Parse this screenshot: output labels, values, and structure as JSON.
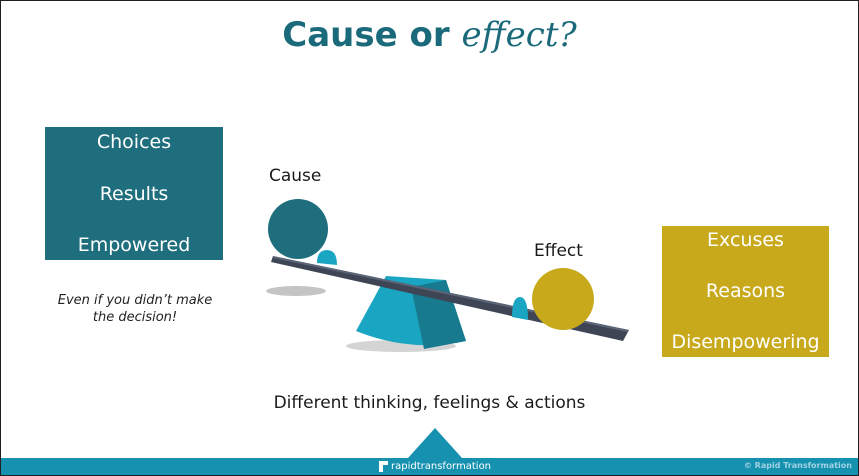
{
  "title": {
    "part1": "Cause or",
    "part2": "effect?"
  },
  "left_box": {
    "items": [
      "Choices",
      "Results",
      "Empowered"
    ]
  },
  "left_note": {
    "line1": "Even if you didn’t make",
    "line2": "the decision!"
  },
  "right_box": {
    "items": [
      "Excuses",
      "Reasons",
      "Disempowering"
    ]
  },
  "seesaw": {
    "cause_label": "Cause",
    "effect_label": "Effect"
  },
  "caption": "Different thinking, feelings & actions",
  "footer": {
    "logo_text": "rapidtransformation",
    "copyright": "© Rapid Transformation"
  },
  "colors": {
    "teal": "#1f6e7d",
    "gold": "#c8a91c",
    "title": "#1b6a7b",
    "footer": "#1791b0",
    "plank": "#3e4656"
  }
}
